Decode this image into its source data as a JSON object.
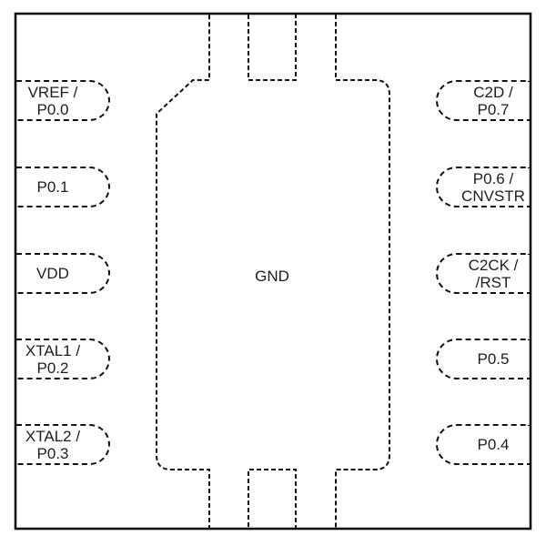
{
  "diagram": {
    "type": "chip-pinout-top-view",
    "center_pad": {
      "label": "GND"
    },
    "pins": {
      "left": [
        {
          "line1": "VREF /",
          "line2": "P0.0"
        },
        {
          "line1": "P0.1",
          "line2": ""
        },
        {
          "line1": "VDD",
          "line2": ""
        },
        {
          "line1": "XTAL1 /",
          "line2": "P0.2"
        },
        {
          "line1": "XTAL2 /",
          "line2": "P0.3"
        }
      ],
      "right": [
        {
          "line1": "C2D /",
          "line2": "P0.7"
        },
        {
          "line1": "P0.6 /",
          "line2": "CNVSTR"
        },
        {
          "line1": "C2CK /",
          "line2": "/RST"
        },
        {
          "line1": "P0.5",
          "line2": ""
        },
        {
          "line1": "P0.4",
          "line2": ""
        }
      ]
    },
    "colors": {
      "line": "#111111",
      "text": "#1d1d1d",
      "background": "#ffffff"
    }
  }
}
